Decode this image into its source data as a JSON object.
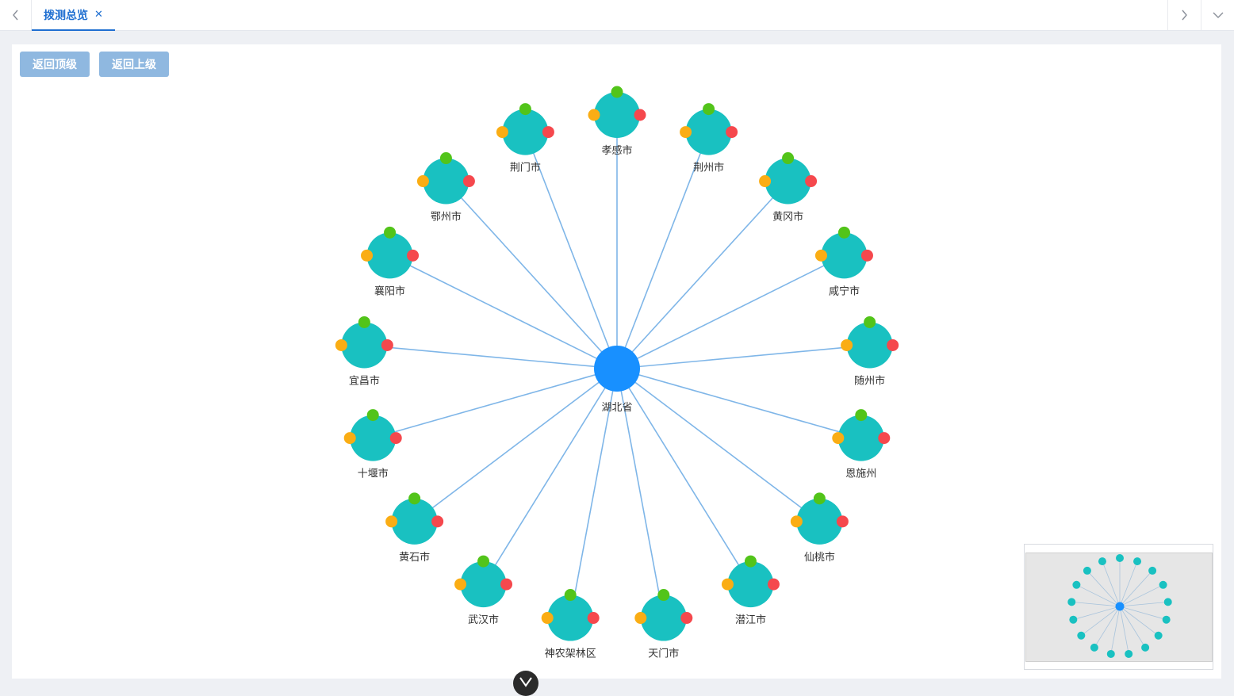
{
  "tabs_bar": {
    "prev_icon": "chevron-left-icon",
    "next_icon": "chevron-right-icon",
    "more_icon": "chevron-down-icon",
    "active_tab": {
      "label": "拨测总览",
      "close_icon": "close-icon"
    }
  },
  "toolbar": {
    "back_to_top_label": "返回顶级",
    "back_up_label": "返回上级"
  },
  "graph": {
    "root": {
      "label": "湖北省",
      "color": "#1890ff"
    },
    "node_color": "#19c1c1",
    "edge_color": "#7fb6e8",
    "status_colors": {
      "top": "#52c41a",
      "left": "#faad14",
      "right": "#f5484d"
    },
    "nodes": [
      "孝感市",
      "荆州市",
      "黄冈市",
      "咸宁市",
      "随州市",
      "恩施州",
      "仙桃市",
      "潜江市",
      "天门市",
      "神农架林区",
      "武汉市",
      "黄石市",
      "十堰市",
      "宜昌市",
      "襄阳市",
      "鄂州市",
      "荆门市"
    ]
  },
  "minimap": {
    "label": "minimap"
  },
  "devtools_toggle": {
    "icon": "vue-logo-icon"
  }
}
